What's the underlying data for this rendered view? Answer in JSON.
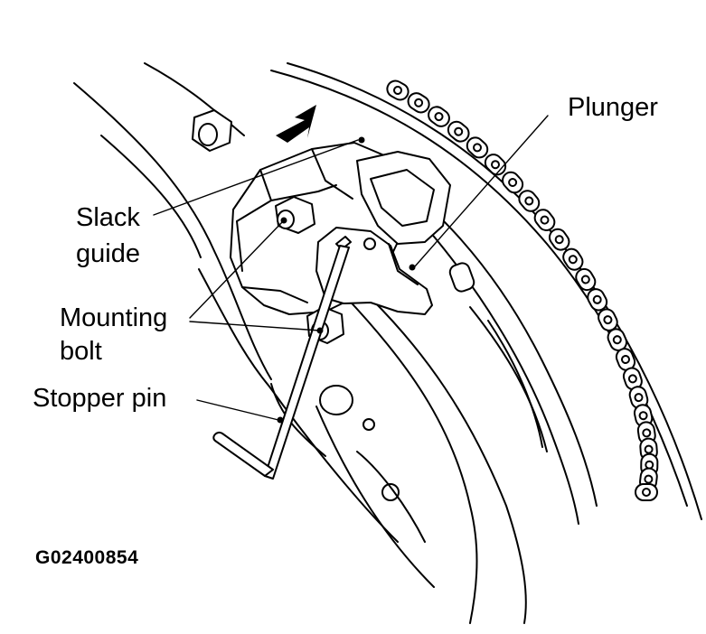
{
  "labels": {
    "plunger": "Plunger",
    "slack_guide_line1": "Slack",
    "slack_guide_line2": "guide",
    "mounting_bolt_line1": "Mounting",
    "mounting_bolt_line2": "bolt",
    "stopper_pin": "Stopper pin"
  },
  "figure_code": "G02400854",
  "colors": {
    "ink": "#000000",
    "paper": "#ffffff"
  }
}
